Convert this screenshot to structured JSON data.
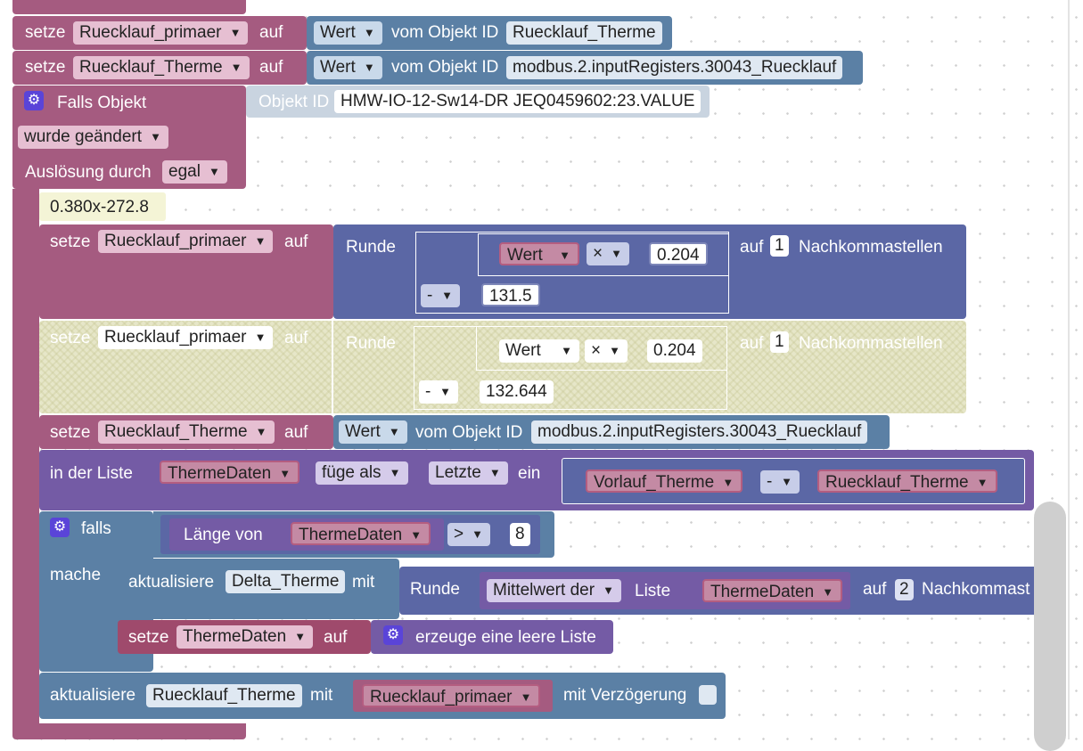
{
  "common": {
    "setze": "setze",
    "auf": "auf",
    "wert": "Wert",
    "vom_objekt_id": "vom Objekt ID",
    "runde": "Runde",
    "nachkomma": "Nachkommastellen",
    "nachkomma_cut": "Nachkommast",
    "times": "×",
    "minus": "-",
    "gt": ">",
    "mit": "mit",
    "aktualisiere": "aktualisiere"
  },
  "block1": {
    "var": "Ruecklauf_primaer",
    "objid": "Ruecklauf_Therme"
  },
  "block2": {
    "var": "Ruecklauf_Therme",
    "objid": "modbus.2.inputRegisters.30043_Ruecklauf"
  },
  "trigger": {
    "label": "Falls Objekt",
    "objekt_id_label": "Objekt ID",
    "objekt_id": "HMW-IO-12-Sw14-DR JEQ0459602:23.VALUE",
    "condition": "wurde geändert",
    "ausloesung_label": "Auslösung durch",
    "ausloesung": "egal"
  },
  "comment": "0.380x-272.8",
  "set_active": {
    "var": "Ruecklauf_primaer",
    "factor": "0.204",
    "offset": "131.5",
    "digits": "1"
  },
  "set_disabled": {
    "var": "Ruecklauf_primaer",
    "factor": "0.204",
    "offset": "132.644",
    "digits": "1"
  },
  "set_therme": {
    "var": "Ruecklauf_Therme",
    "objid": "modbus.2.inputRegisters.30043_Ruecklauf"
  },
  "list_insert": {
    "label": "in der Liste",
    "list": "ThermeDaten",
    "mode": "füge als",
    "where": "Letzte",
    "ein": "ein",
    "a": "Vorlauf_Therme",
    "b": "Ruecklauf_Therme"
  },
  "if_block": {
    "falls": "falls",
    "mache": "mache",
    "laenge_von": "Länge von",
    "list": "ThermeDaten",
    "compare": "8",
    "update_var": "Delta_Therme",
    "mittelwert": "Mittelwert der",
    "liste": "Liste",
    "digits": "2",
    "set_var": "ThermeDaten",
    "empty_list": "erzeuge eine leere Liste"
  },
  "final": {
    "var": "Ruecklauf_Therme",
    "value": "Ruecklauf_primaer",
    "delay": "mit Verzögerung"
  },
  "colors": {
    "variables": "#a55b80",
    "math": "#5b67a5",
    "io": "#5b80a5",
    "lists": "#745ba5"
  }
}
